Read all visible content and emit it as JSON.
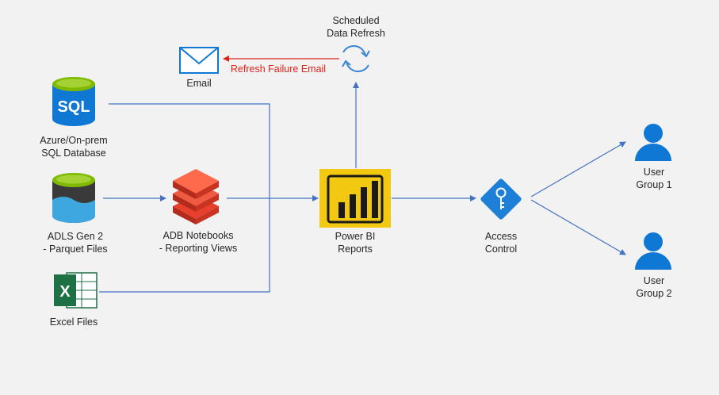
{
  "nodes": {
    "scheduled_refresh": {
      "line1": "Scheduled",
      "line2": "Data Refresh"
    },
    "email": {
      "label": "Email"
    },
    "refresh_failure": {
      "label": "Refresh Failure Email"
    },
    "sql": {
      "icon_text": "SQL",
      "line1": "Azure/On-prem",
      "line2": "SQL Database"
    },
    "adls": {
      "line1": "ADLS Gen 2",
      "line2": "- Parquet Files"
    },
    "adb": {
      "line1": "ADB Notebooks",
      "line2": "- Reporting Views"
    },
    "excel": {
      "icon_text": "X",
      "label": "Excel Files"
    },
    "powerbi": {
      "line1": "Power BI",
      "line2": "Reports"
    },
    "access": {
      "line1": "Access",
      "line2": "Control"
    },
    "user_group_1": {
      "line1": "User",
      "line2": "Group 1"
    },
    "user_group_2": {
      "line1": "User",
      "line2": "Group 2"
    }
  },
  "colors": {
    "arrow": "#4472c4",
    "failure_arrow": "#e0231b",
    "azure_blue": "#0f78d4",
    "databricks": "#e8402c",
    "excel_green": "#1e7145",
    "powerbi_yellow": "#f2c811"
  }
}
